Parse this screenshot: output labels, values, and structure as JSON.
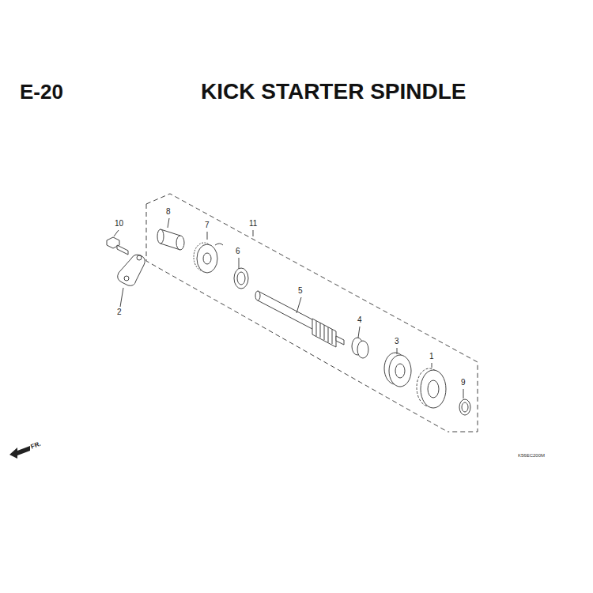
{
  "diagram": {
    "title": "KICK STARTER SPINDLE",
    "labels": [
      "E-20",
      "10",
      "8",
      "7",
      "11",
      "6",
      "5",
      "2",
      "4",
      "3",
      "1",
      "9",
      "FR.",
      "K56EC200M"
    ]
  }
}
